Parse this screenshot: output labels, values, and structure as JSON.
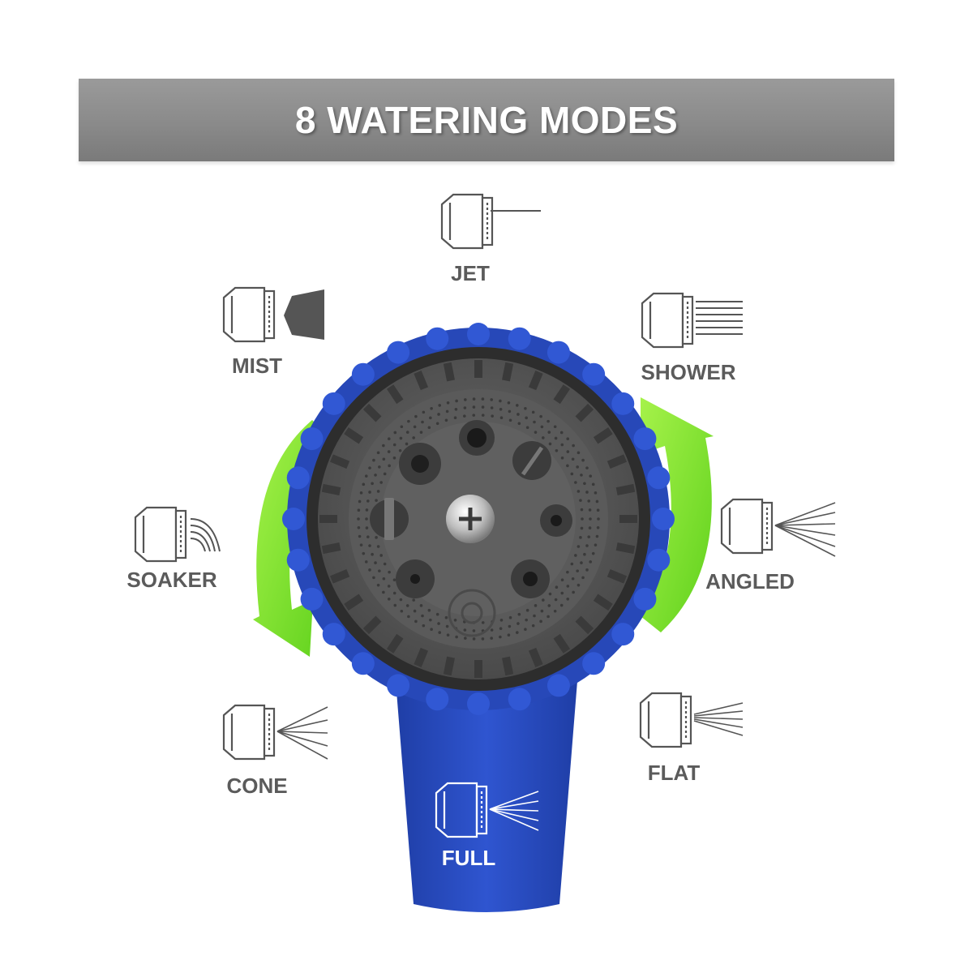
{
  "banner": {
    "title": "8 WATERING MODES"
  },
  "modes": [
    {
      "id": "jet",
      "label": "JET"
    },
    {
      "id": "mist",
      "label": "MIST"
    },
    {
      "id": "shower",
      "label": "SHOWER"
    },
    {
      "id": "soaker",
      "label": "SOAKER"
    },
    {
      "id": "angled",
      "label": "ANGLED"
    },
    {
      "id": "cone",
      "label": "CONE"
    },
    {
      "id": "flat",
      "label": "FLAT"
    },
    {
      "id": "full",
      "label": "FULL"
    }
  ],
  "colors": {
    "banner": "#8a8a8a",
    "label": "#5b5b5b",
    "icon_outline": "#555555",
    "nozzle_blue": "#2748b8",
    "nozzle_face": "#555555",
    "arrow_green": "#7ee82a"
  }
}
